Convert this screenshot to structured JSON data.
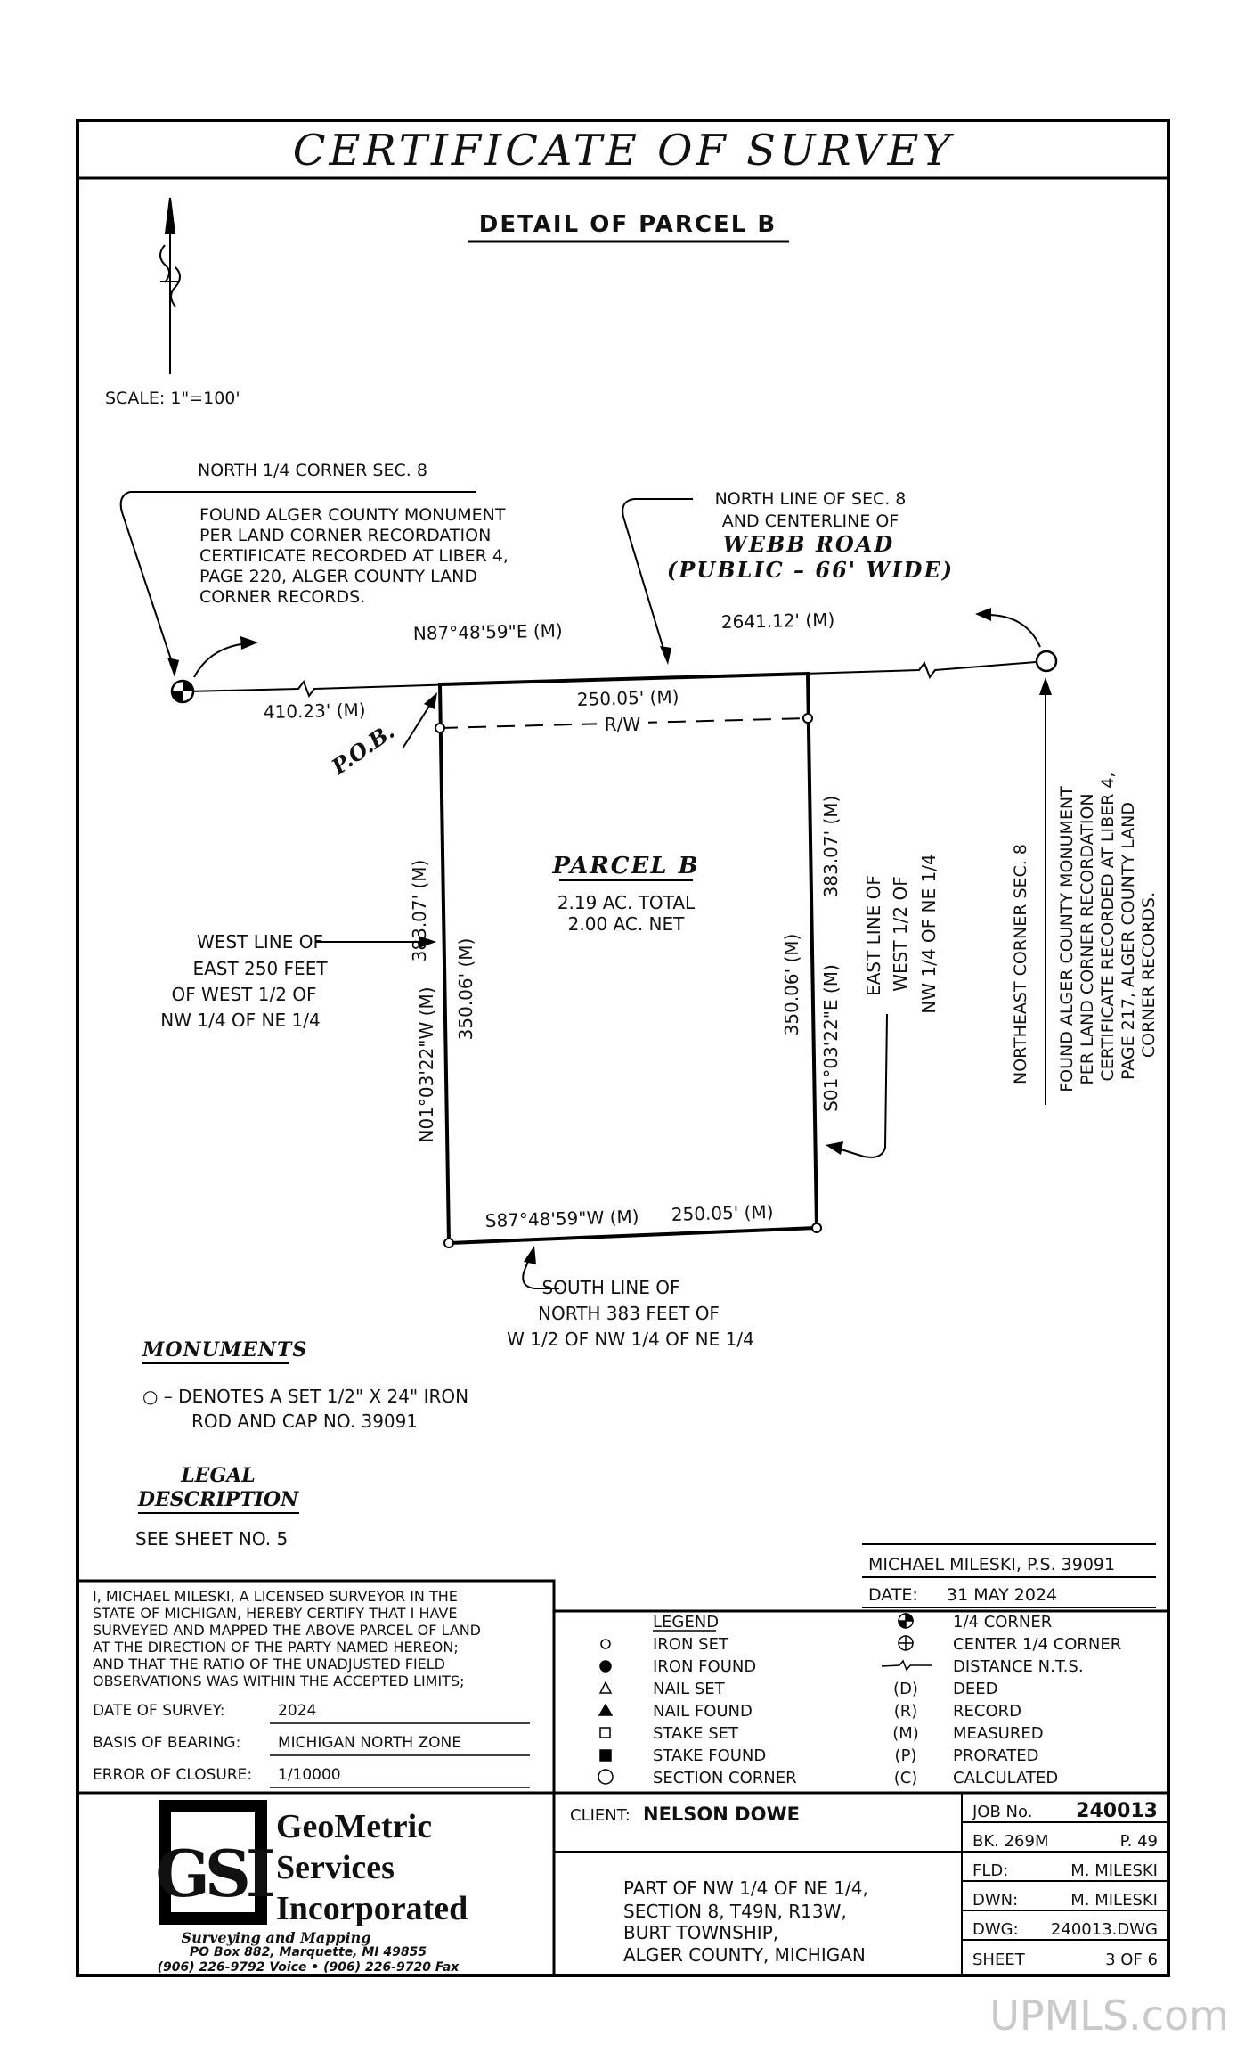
{
  "header": {
    "title": "CERTIFICATE OF SURVEY",
    "subtitle": "DETAIL OF PARCEL B"
  },
  "scale": "SCALE: 1\"=100'",
  "north_corner": {
    "label": "NORTH 1/4 CORNER SEC. 8",
    "notes": [
      "FOUND ALGER COUNTY MONUMENT",
      "PER LAND CORNER RECORDATION",
      "CERTIFICATE RECORDED AT LIBER 4,",
      "PAGE 220, ALGER COUNTY LAND",
      "CORNER RECORDS."
    ]
  },
  "north_line": {
    "lines": [
      "NORTH LINE OF SEC. 8",
      "AND CENTERLINE OF"
    ],
    "road": "WEBB ROAD",
    "road_desc": "(PUBLIC – 66' WIDE)"
  },
  "bearings": {
    "north": "N87°48'59\"E (M)",
    "dist_east": "2641.12' (M)",
    "dist_west": "410.23' (M)",
    "north_side": "250.05' (M)",
    "rw": "R/W",
    "pob": "P.O.B.",
    "west_full": "383.07' (M)",
    "west_bearing": "N01°03'22\"W (M)",
    "west_inner": "350.06' (M)",
    "east_full": "383.07' (M)",
    "east_bearing": "S01°03'22\"E (M)",
    "east_inner": "350.06' (M)",
    "south_bearing": "S87°48'59\"W (M)",
    "south_dist": "250.05' (M)"
  },
  "parcel": {
    "name": "PARCEL B",
    "total": "2.19 AC. TOTAL",
    "net": "2.00 AC. NET"
  },
  "west_line_note": [
    "WEST LINE OF",
    "EAST 250 FEET",
    "OF WEST 1/2 OF",
    "NW 1/4 OF NE 1/4"
  ],
  "east_line_note": [
    "EAST LINE OF",
    "WEST 1/2 OF",
    "NW 1/4 OF NE 1/4"
  ],
  "northeast_corner": {
    "label": "NORTHEAST CORNER SEC. 8",
    "notes": [
      "FOUND ALGER COUNTY MONUMENT",
      "PER LAND CORNER RECORDATION",
      "CERTIFICATE RECORDED AT LIBER 4,",
      "PAGE 217, ALGER COUNTY LAND",
      "CORNER RECORDS."
    ]
  },
  "south_line_note": [
    "SOUTH LINE OF",
    "NORTH 383 FEET OF",
    "W 1/2 OF NW 1/4 OF NE 1/4"
  ],
  "monuments": {
    "heading": "MONUMENTS",
    "lines": [
      "○ – DENOTES A SET 1/2\" X 24\" IRON",
      "ROD AND CAP NO. 39091"
    ]
  },
  "legal": {
    "heading_1": "LEGAL",
    "heading_2": "DESCRIPTION",
    "text": "SEE SHEET NO. 5"
  },
  "surveyor": {
    "name": "MICHAEL MILESKI, P.S. 39091",
    "date_label": "DATE:",
    "date": "31 MAY 2024"
  },
  "certification": {
    "lines": [
      "I, MICHAEL MILESKI, A LICENSED SURVEYOR IN THE",
      "STATE OF MICHIGAN, HEREBY CERTIFY THAT I HAVE",
      "SURVEYED AND MAPPED THE ABOVE PARCEL OF LAND",
      "AT THE DIRECTION OF THE PARTY NAMED HEREON;",
      "AND THAT THE RATIO OF THE UNADJUSTED FIELD",
      "OBSERVATIONS WAS WITHIN THE ACCEPTED LIMITS;"
    ],
    "fields": [
      {
        "label": "DATE OF SURVEY:",
        "value": "2024"
      },
      {
        "label": "BASIS OF BEARING:",
        "value": "MICHIGAN NORTH ZONE"
      },
      {
        "label": "ERROR OF CLOSURE:",
        "value": "1/10000"
      }
    ]
  },
  "legend": {
    "title": "LEGEND",
    "left": [
      "IRON SET",
      "IRON FOUND",
      "NAIL SET",
      "NAIL FOUND",
      "STAKE SET",
      "STAKE FOUND",
      "SECTION CORNER"
    ],
    "right_codes": [
      "",
      "",
      "",
      "(D)",
      "(R)",
      "(M)",
      "(P)",
      "(C)"
    ],
    "right": [
      "1/4 CORNER",
      "CENTER 1/4 CORNER",
      "DISTANCE N.T.S.",
      "DEED",
      "RECORD",
      "MEASURED",
      "PRORATED",
      "CALCULATED"
    ]
  },
  "company": {
    "logo_letters": "GSI",
    "name_1": "GeoMetric",
    "name_2": "Services",
    "name_3": "Incorporated",
    "tagline": "Surveying and Mapping",
    "address": "PO Box 882, Marquette, MI 49855",
    "phone": "(906) 226-9792 Voice • (906) 226-9720 Fax"
  },
  "client": {
    "label": "CLIENT:",
    "name": "NELSON DOWE",
    "description": [
      "PART OF NW 1/4 OF NE 1/4,",
      "SECTION 8, T49N, R13W,",
      "BURT TOWNSHIP,",
      "ALGER COUNTY, MICHIGAN"
    ]
  },
  "job": {
    "job_label": "JOB No.",
    "job_no": "240013",
    "book": "BK. 269M",
    "page": "P. 49",
    "fld_label": "FLD:",
    "fld": "M. MILESKI",
    "dwn_label": "DWN:",
    "dwn": "M. MILESKI",
    "dwg_label": "DWG:",
    "dwg": "240013.DWG",
    "sheet_label": "SHEET",
    "sheet": "3 OF 6"
  },
  "watermark": "UPMLS.com"
}
